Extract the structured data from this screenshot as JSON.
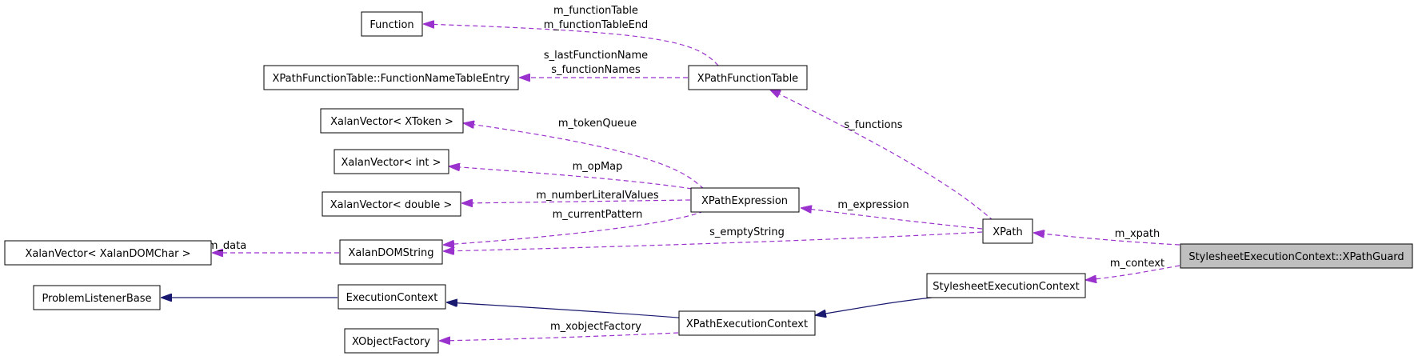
{
  "diagram": {
    "nodes": {
      "function": "Function",
      "fnNameEntry": "XPathFunctionTable::FunctionNameTableEntry",
      "xtokenVec": "XalanVector< XToken >",
      "intVec": "XalanVector< int >",
      "doubleVec": "XalanVector< double >",
      "domCharVec": "XalanVector< XalanDOMChar >",
      "problemListener": "ProblemListenerBase",
      "xobjectFactory": "XObjectFactory",
      "xalanDOMString": "XalanDOMString",
      "executionContext": "ExecutionContext",
      "xpathFunctionTable": "XPathFunctionTable",
      "xpathExpression": "XPathExpression",
      "xpathExecutionContext": "XPathExecutionContext",
      "xpath": "XPath",
      "stylesheetExecutionContext": "StylesheetExecutionContext",
      "xpathGuard": "StylesheetExecutionContext::XPathGuard"
    },
    "labels": {
      "functionTable": "m_functionTable",
      "functionTableEnd": "m_functionTableEnd",
      "lastFunctionName": "s_lastFunctionName",
      "functionNames": "s_functionNames",
      "tokenQueue": "m_tokenQueue",
      "opMap": "m_opMap",
      "numberLiteralValues": "m_numberLiteralValues",
      "currentPattern": "m_currentPattern",
      "data": "m_data",
      "emptyString": "s_emptyString",
      "functions": "s_functions",
      "expression": "m_expression",
      "xpath": "m_xpath",
      "context": "m_context",
      "xobjectFactory": "m_xobjectFactory"
    }
  }
}
